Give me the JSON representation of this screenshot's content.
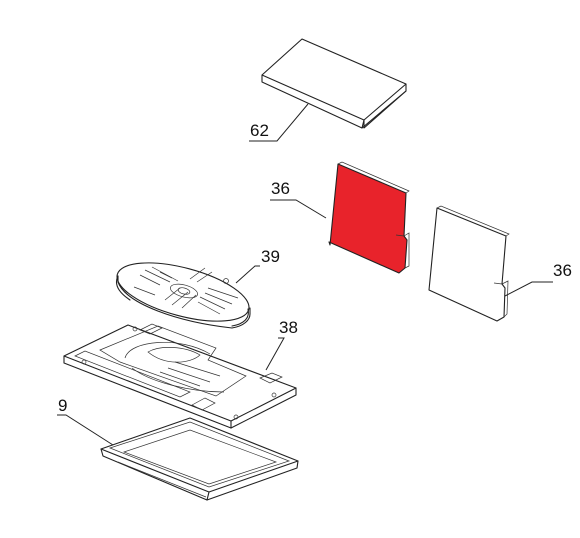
{
  "parts": [
    {
      "id": "brick-top",
      "label": "62",
      "highlighted": false
    },
    {
      "id": "brick-side-left",
      "label": "36",
      "highlighted": true
    },
    {
      "id": "brick-side-right",
      "label": "36",
      "highlighted": false
    },
    {
      "id": "grate",
      "label": "39",
      "highlighted": false
    },
    {
      "id": "grate-frame",
      "label": "38",
      "highlighted": false
    },
    {
      "id": "ash-pan",
      "label": "9",
      "highlighted": false
    }
  ],
  "colors": {
    "highlight": "#e8232b",
    "line": "#222222",
    "background": "#ffffff"
  }
}
